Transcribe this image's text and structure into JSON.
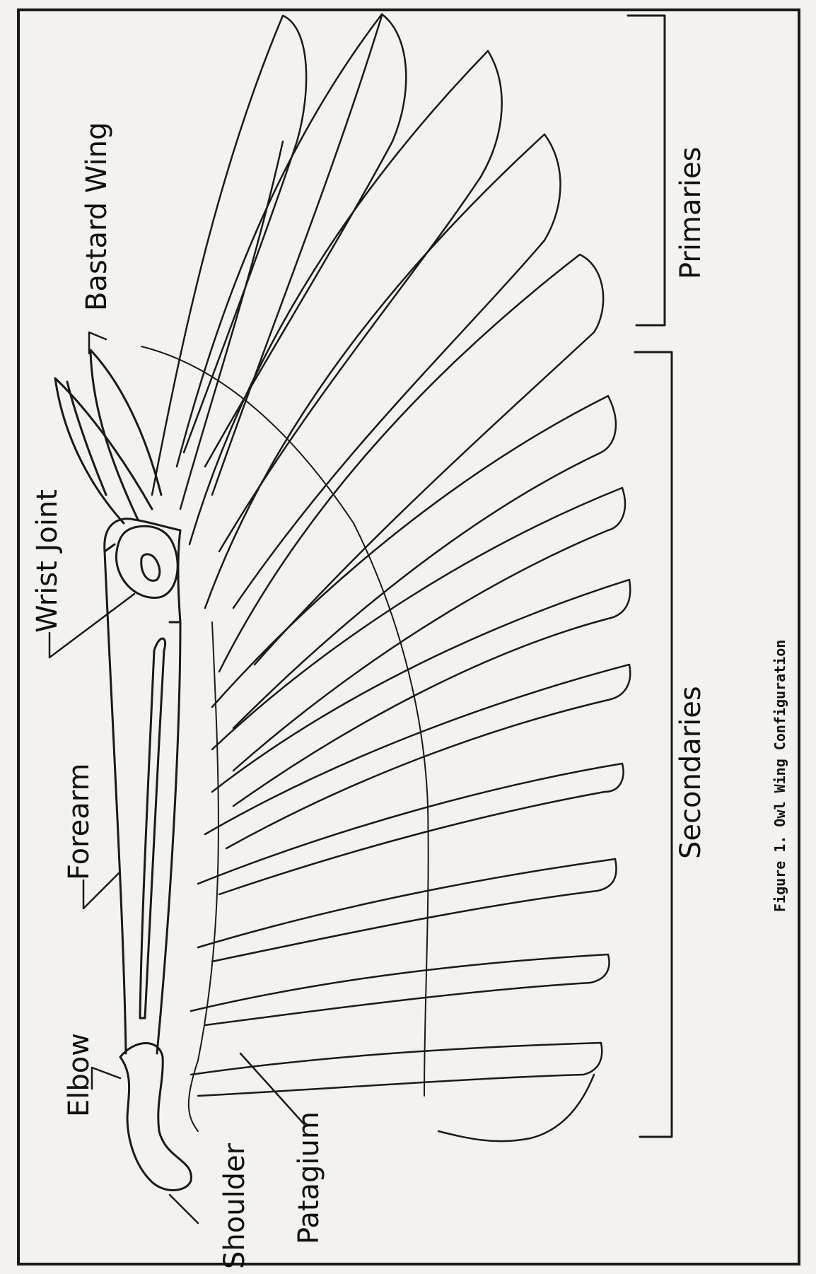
{
  "figure": {
    "caption": "Figure 1.  Owl Wing Configuration",
    "labels": {
      "elbow": "Elbow",
      "forearm": "Forearm",
      "wrist_joint": "Wrist Joint",
      "bastard_wing": "Bastard Wing",
      "shoulder": "Shoulder",
      "patagium": "Patagium",
      "secondaries": "Secondaries",
      "primaries": "Primaries"
    }
  }
}
